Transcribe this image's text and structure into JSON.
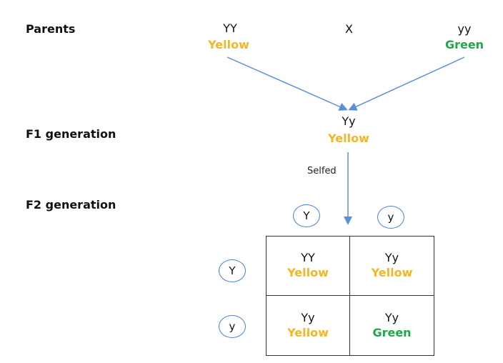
{
  "labels": {
    "parents": "Parents",
    "f1": "F1 generation",
    "f2": "F2 generation"
  },
  "parents": {
    "left": {
      "genotype": "YY",
      "phenotype": "Yellow"
    },
    "cross": "X",
    "right": {
      "genotype": "yy",
      "phenotype": "Green"
    }
  },
  "f1": {
    "genotype": "Yy",
    "phenotype": "Yellow"
  },
  "selfed": "Selfed",
  "gametes": {
    "top": [
      "Y",
      "y"
    ],
    "side": [
      "Y",
      "y"
    ]
  },
  "punnett": [
    {
      "genotype": "YY",
      "phenotype": "Yellow"
    },
    {
      "genotype": "Yy",
      "phenotype": "Yellow"
    },
    {
      "genotype": "Yy",
      "phenotype": "Yellow"
    },
    {
      "genotype": "Yy",
      "phenotype": "Green"
    }
  ],
  "colors": {
    "yellow": "#f4b626",
    "green": "#1ea84a",
    "arrow": "#5b8fd8"
  }
}
